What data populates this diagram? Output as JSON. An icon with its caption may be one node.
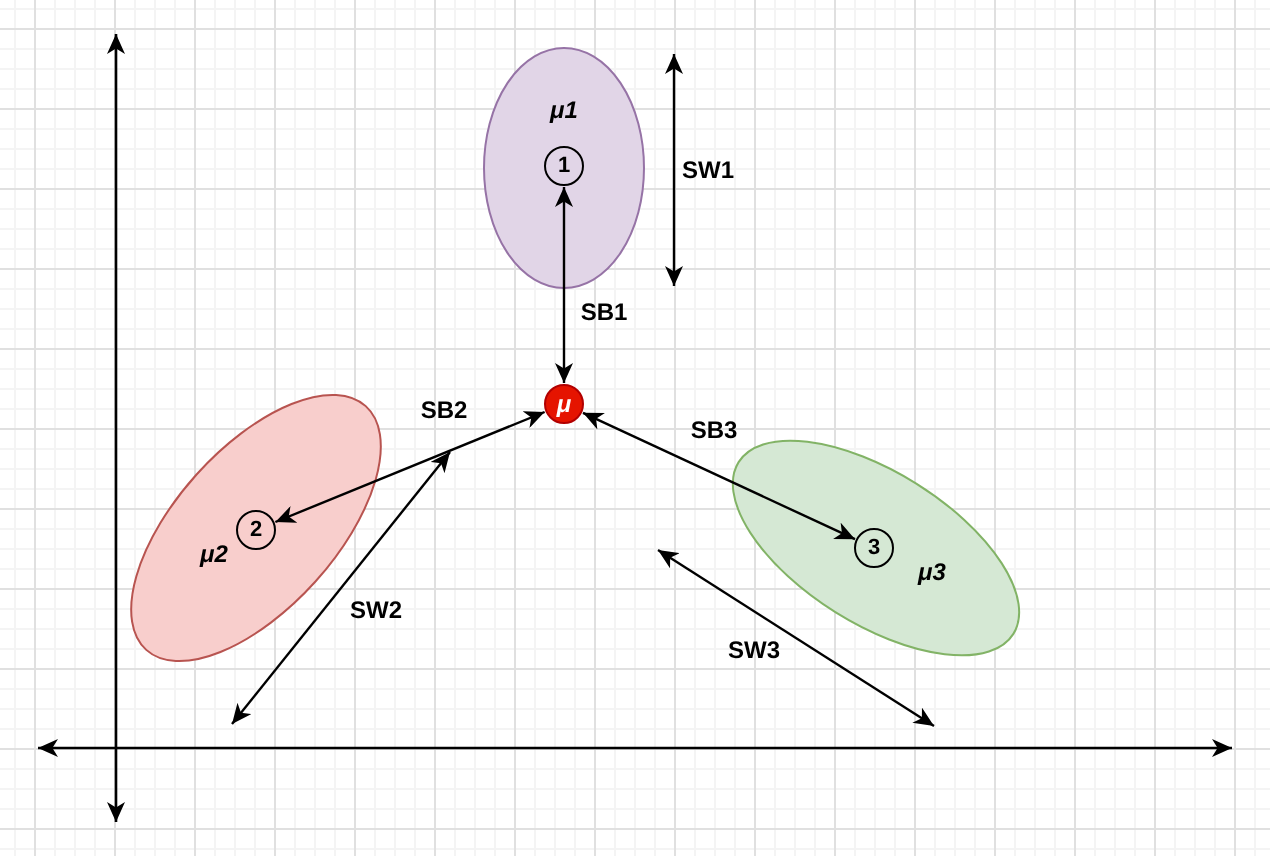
{
  "diagram": {
    "nodes": [
      {
        "text": [
          "μ1"
        ]
      },
      {
        "text": [
          "1"
        ],
        "in": 0
      },
      {
        "text": [
          "μ"
        ]
      },
      {
        "text": [
          "μ2"
        ]
      },
      {
        "text": [
          "2"
        ],
        "in": 3
      },
      {
        "text": [
          "μ3"
        ]
      },
      {
        "text": [
          "3"
        ],
        "in": 5
      }
    ],
    "edges": [
      {
        "from": 2,
        "to": 1,
        "arrow": "both",
        "label": "SB1"
      },
      {
        "from": 4,
        "to": 2,
        "arrow": "both",
        "label": "SB2"
      },
      {
        "from": 2,
        "to": 6,
        "arrow": "both",
        "label": "SB3"
      }
    ],
    "labels": [
      "SW1",
      "SW2",
      "SW3"
    ]
  }
}
